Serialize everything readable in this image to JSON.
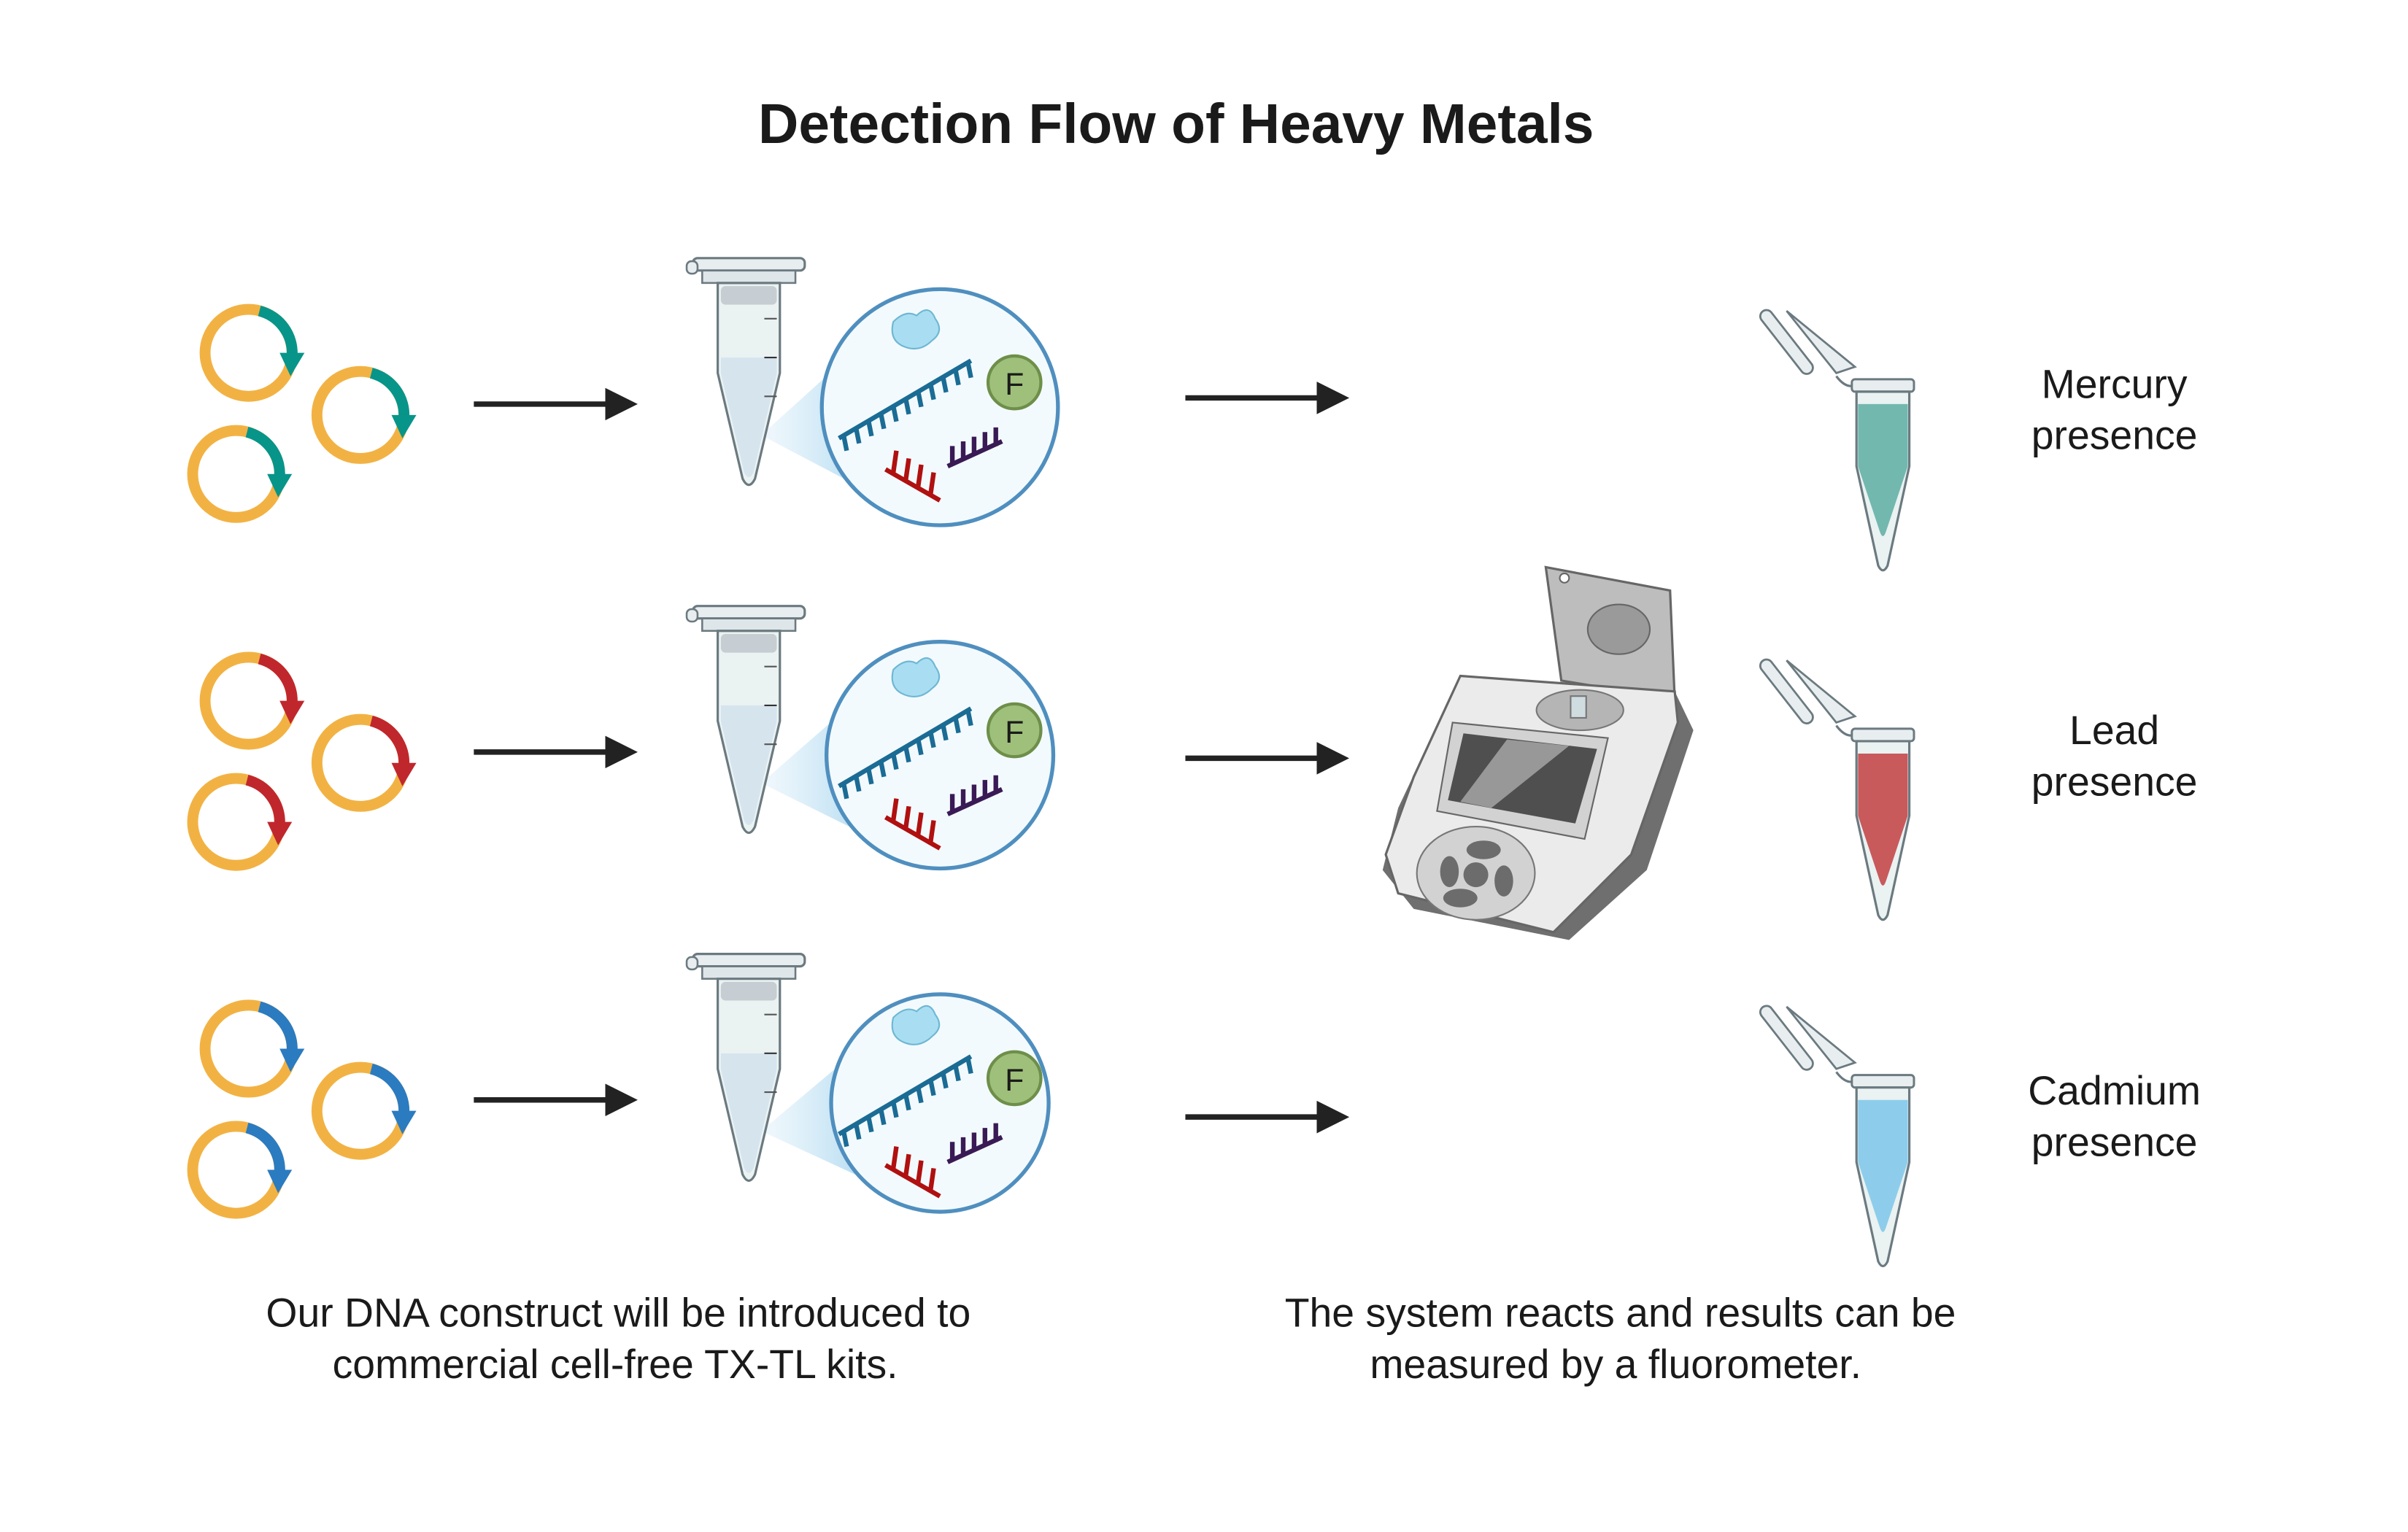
{
  "title": "Detection Flow of Heavy Metals",
  "rows": [
    {
      "gene_color": "#07958A",
      "result_color": "#72B8AE",
      "result_label_line1": "Mercury",
      "result_label_line2": "presence"
    },
    {
      "gene_color": "#C0272D",
      "result_color": "#C85A5C",
      "result_label_line1": "Lead",
      "result_label_line2": "presence"
    },
    {
      "gene_color": "#2B7BC0",
      "result_color": "#8DCDEB",
      "result_label_line1": "Cadmium",
      "result_label_line2": "presence"
    }
  ],
  "fluorophore_letter": "F",
  "caption_left": {
    "line1": "Our DNA construct will be introduced to",
    "line2": "commercial cell-free TX-TL kits."
  },
  "caption_right": {
    "line1": "The system reacts and results can be",
    "line2": "measured by a fluorometer."
  },
  "colors": {
    "plasmid_backbone": "#F2B243",
    "arrow": "#222222",
    "magnifier_border": "#4F8FBF"
  }
}
